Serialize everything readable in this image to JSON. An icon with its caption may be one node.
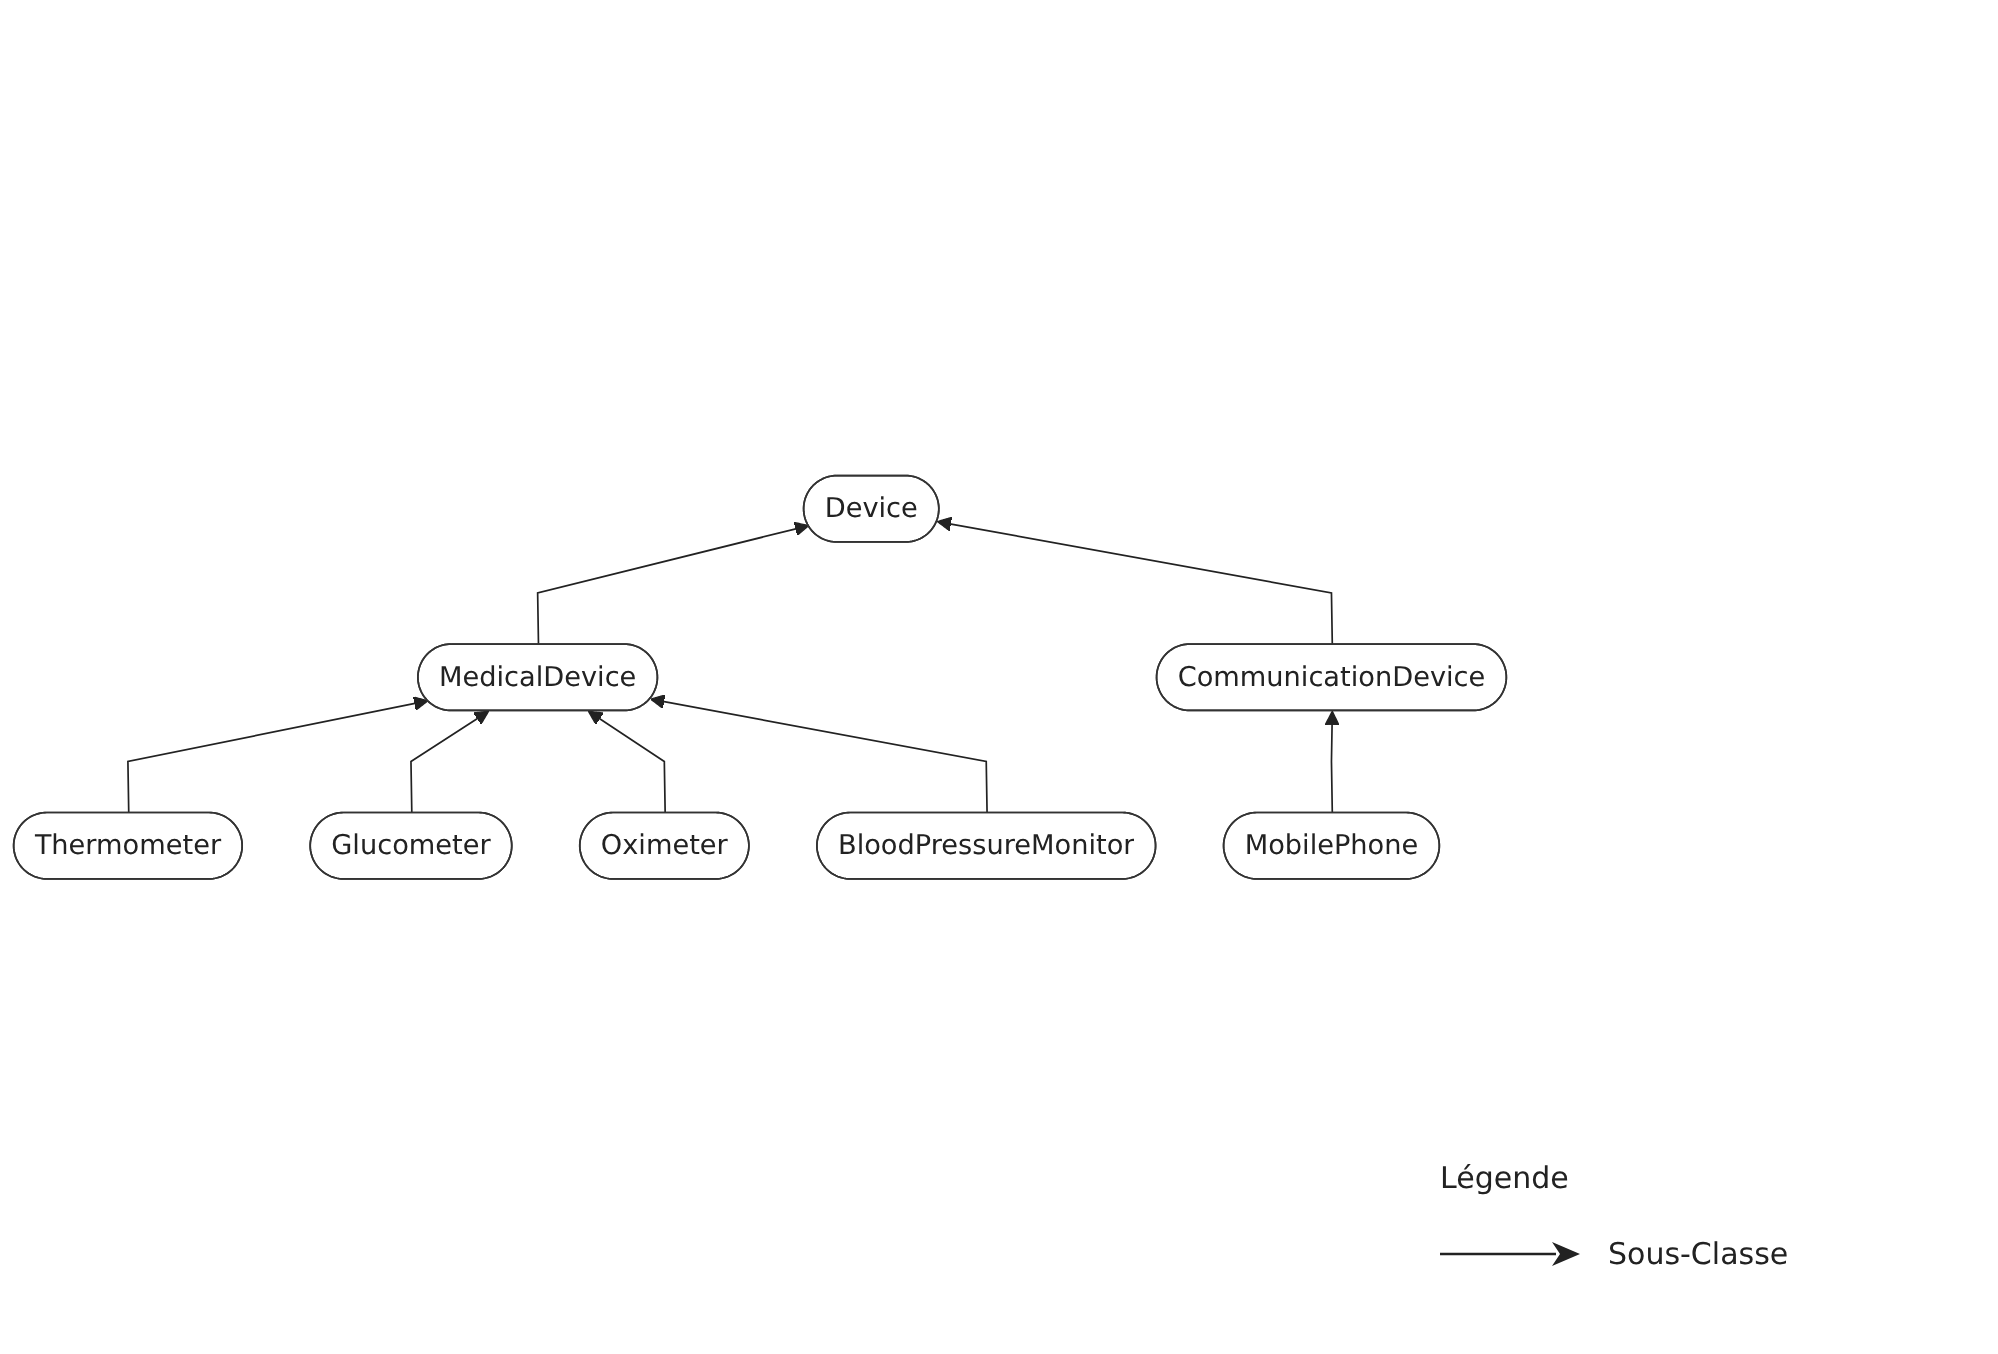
{
  "diagram": {
    "nodes": [
      {
        "text": [
          "Device"
        ]
      },
      {
        "text": [
          "MedicalDevice"
        ]
      },
      {
        "text": [
          "CommunicationDevice"
        ]
      },
      {
        "text": [
          "Thermometer"
        ]
      },
      {
        "text": [
          "Glucometer"
        ]
      },
      {
        "text": [
          "Oximeter"
        ]
      },
      {
        "text": [
          "BloodPressureMonitor"
        ]
      },
      {
        "text": [
          "MobilePhone"
        ]
      }
    ],
    "edges": [
      {
        "from": 1,
        "to": 0,
        "arrow": "to"
      },
      {
        "from": 2,
        "to": 0,
        "arrow": "to"
      },
      {
        "from": 3,
        "to": 1,
        "arrow": "to"
      },
      {
        "from": 4,
        "to": 1,
        "arrow": "to"
      },
      {
        "from": 5,
        "to": 1,
        "arrow": "to"
      },
      {
        "from": 6,
        "to": 1,
        "arrow": "to"
      },
      {
        "from": 7,
        "to": 2,
        "arrow": "to"
      }
    ],
    "labels": [
      "Légende"
    ],
    "legend": [
      {
        "text": "Sous-Classe"
      }
    ]
  }
}
